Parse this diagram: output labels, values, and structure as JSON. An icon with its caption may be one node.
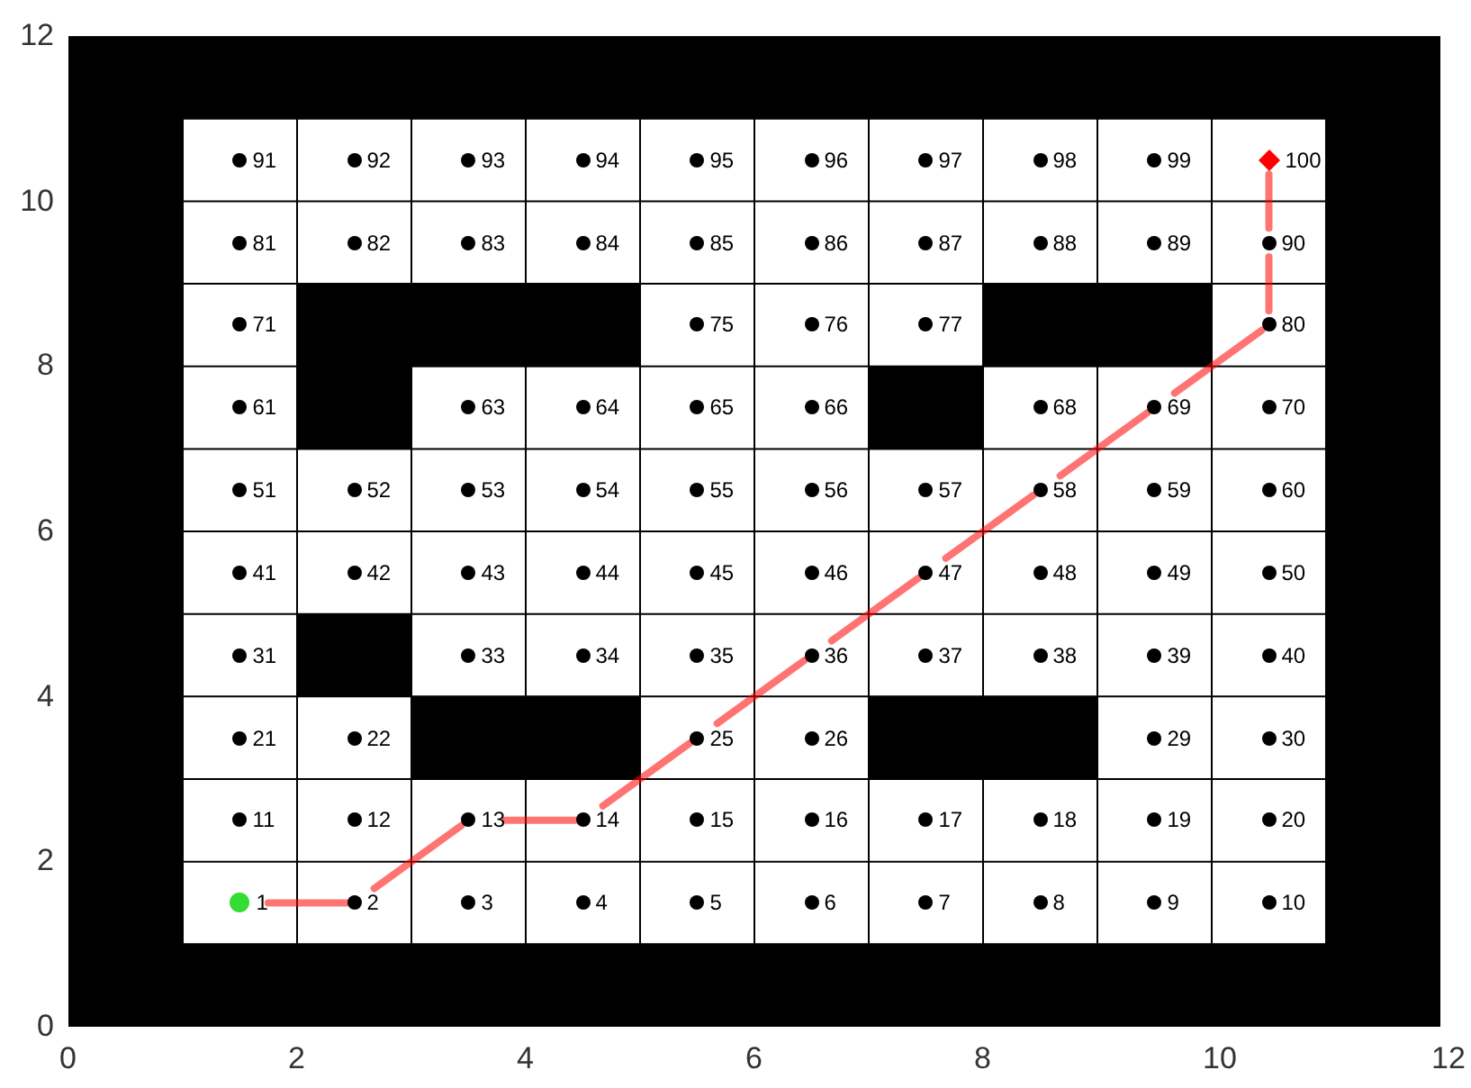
{
  "diagram": {
    "nodes": [
      {
        "text": [
          "1"
        ]
      },
      {
        "text": [
          "2"
        ]
      },
      {
        "text": [
          "3"
        ]
      },
      {
        "text": [
          "4"
        ]
      },
      {
        "text": [
          "5"
        ]
      },
      {
        "text": [
          "6"
        ]
      },
      {
        "text": [
          "7"
        ]
      },
      {
        "text": [
          "8"
        ]
      },
      {
        "text": [
          "9"
        ]
      },
      {
        "text": [
          "10"
        ]
      },
      {
        "text": [
          "11"
        ]
      },
      {
        "text": [
          "12"
        ]
      },
      {
        "text": [
          "13"
        ]
      },
      {
        "text": [
          "14"
        ]
      },
      {
        "text": [
          "15"
        ]
      },
      {
        "text": [
          "16"
        ]
      },
      {
        "text": [
          "17"
        ]
      },
      {
        "text": [
          "18"
        ]
      },
      {
        "text": [
          "19"
        ]
      },
      {
        "text": [
          "20"
        ]
      },
      {
        "text": [
          "21"
        ]
      },
      {
        "text": [
          "22"
        ]
      },
      {
        "text": [
          "25"
        ]
      },
      {
        "text": [
          "26"
        ]
      },
      {
        "text": [
          "29"
        ]
      },
      {
        "text": [
          "30"
        ]
      },
      {
        "text": [
          "31"
        ]
      },
      {
        "text": [
          "33"
        ]
      },
      {
        "text": [
          "34"
        ]
      },
      {
        "text": [
          "35"
        ]
      },
      {
        "text": [
          "36"
        ]
      },
      {
        "text": [
          "37"
        ]
      },
      {
        "text": [
          "38"
        ]
      },
      {
        "text": [
          "39"
        ]
      },
      {
        "text": [
          "40"
        ]
      },
      {
        "text": [
          "41"
        ]
      },
      {
        "text": [
          "42"
        ]
      },
      {
        "text": [
          "43"
        ]
      },
      {
        "text": [
          "44"
        ]
      },
      {
        "text": [
          "45"
        ]
      },
      {
        "text": [
          "46"
        ]
      },
      {
        "text": [
          "47"
        ]
      },
      {
        "text": [
          "48"
        ]
      },
      {
        "text": [
          "49"
        ]
      },
      {
        "text": [
          "50"
        ]
      },
      {
        "text": [
          "51"
        ]
      },
      {
        "text": [
          "52"
        ]
      },
      {
        "text": [
          "53"
        ]
      },
      {
        "text": [
          "54"
        ]
      },
      {
        "text": [
          "55"
        ]
      },
      {
        "text": [
          "56"
        ]
      },
      {
        "text": [
          "57"
        ]
      },
      {
        "text": [
          "58"
        ]
      },
      {
        "text": [
          "59"
        ]
      },
      {
        "text": [
          "60"
        ]
      },
      {
        "text": [
          "61"
        ]
      },
      {
        "text": [
          "63"
        ]
      },
      {
        "text": [
          "64"
        ]
      },
      {
        "text": [
          "65"
        ]
      },
      {
        "text": [
          "66"
        ]
      },
      {
        "text": [
          "68"
        ]
      },
      {
        "text": [
          "69"
        ]
      },
      {
        "text": [
          "70"
        ]
      },
      {
        "text": [
          "71"
        ]
      },
      {
        "text": [
          "75"
        ]
      },
      {
        "text": [
          "76"
        ]
      },
      {
        "text": [
          "77"
        ]
      },
      {
        "text": [
          "80"
        ]
      },
      {
        "text": [
          "81"
        ]
      },
      {
        "text": [
          "82"
        ]
      },
      {
        "text": [
          "83"
        ]
      },
      {
        "text": [
          "84"
        ]
      },
      {
        "text": [
          "85"
        ]
      },
      {
        "text": [
          "86"
        ]
      },
      {
        "text": [
          "87"
        ]
      },
      {
        "text": [
          "88"
        ]
      },
      {
        "text": [
          "89"
        ]
      },
      {
        "text": [
          "90"
        ]
      },
      {
        "text": [
          "91"
        ]
      },
      {
        "text": [
          "92"
        ]
      },
      {
        "text": [
          "93"
        ]
      },
      {
        "text": [
          "94"
        ]
      },
      {
        "text": [
          "95"
        ]
      },
      {
        "text": [
          "96"
        ]
      },
      {
        "text": [
          "97"
        ]
      },
      {
        "text": [
          "98"
        ]
      },
      {
        "text": [
          "99"
        ]
      },
      {
        "text": [
          "100"
        ]
      }
    ],
    "edges": [
      {
        "from": 0,
        "to": 1,
        "arrow": "none"
      },
      {
        "from": 1,
        "to": 12,
        "arrow": "none"
      },
      {
        "from": 12,
        "to": 13,
        "arrow": "none"
      },
      {
        "from": 13,
        "to": 22,
        "arrow": "none"
      },
      {
        "from": 22,
        "to": 30,
        "arrow": "none"
      },
      {
        "from": 30,
        "to": 41,
        "arrow": "none"
      },
      {
        "from": 41,
        "to": 52,
        "arrow": "none"
      },
      {
        "from": 52,
        "to": 61,
        "arrow": "none"
      },
      {
        "from": 61,
        "to": 67,
        "arrow": "none"
      },
      {
        "from": 67,
        "to": 77,
        "arrow": "none"
      },
      {
        "from": 77,
        "to": 87,
        "arrow": "none"
      }
    ],
    "labels": [
      "12",
      "10",
      "8",
      "6",
      "4",
      "2",
      "0",
      "0",
      "2",
      "4",
      "6",
      "8",
      "10",
      "12"
    ]
  }
}
